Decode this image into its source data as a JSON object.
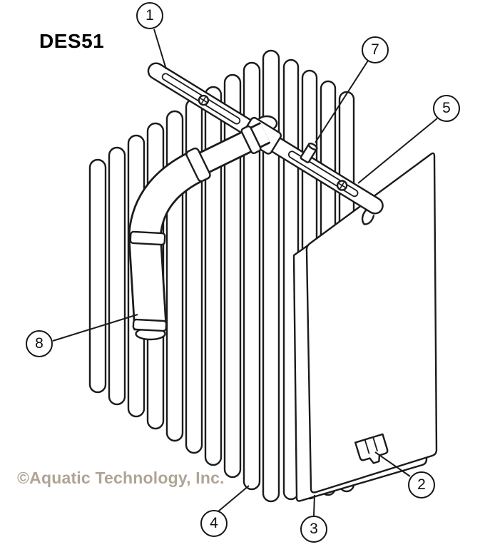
{
  "title": "DES51",
  "watermark": "©Aquatic Technology, Inc.",
  "callouts": [
    {
      "label": "1"
    },
    {
      "label": "2"
    },
    {
      "label": "3"
    },
    {
      "label": "4"
    },
    {
      "label": "5"
    },
    {
      "label": "7"
    },
    {
      "label": "8"
    }
  ],
  "colors": {
    "line": "#1b1b1b",
    "watermark": "#b0a496",
    "background": "#ffffff"
  }
}
